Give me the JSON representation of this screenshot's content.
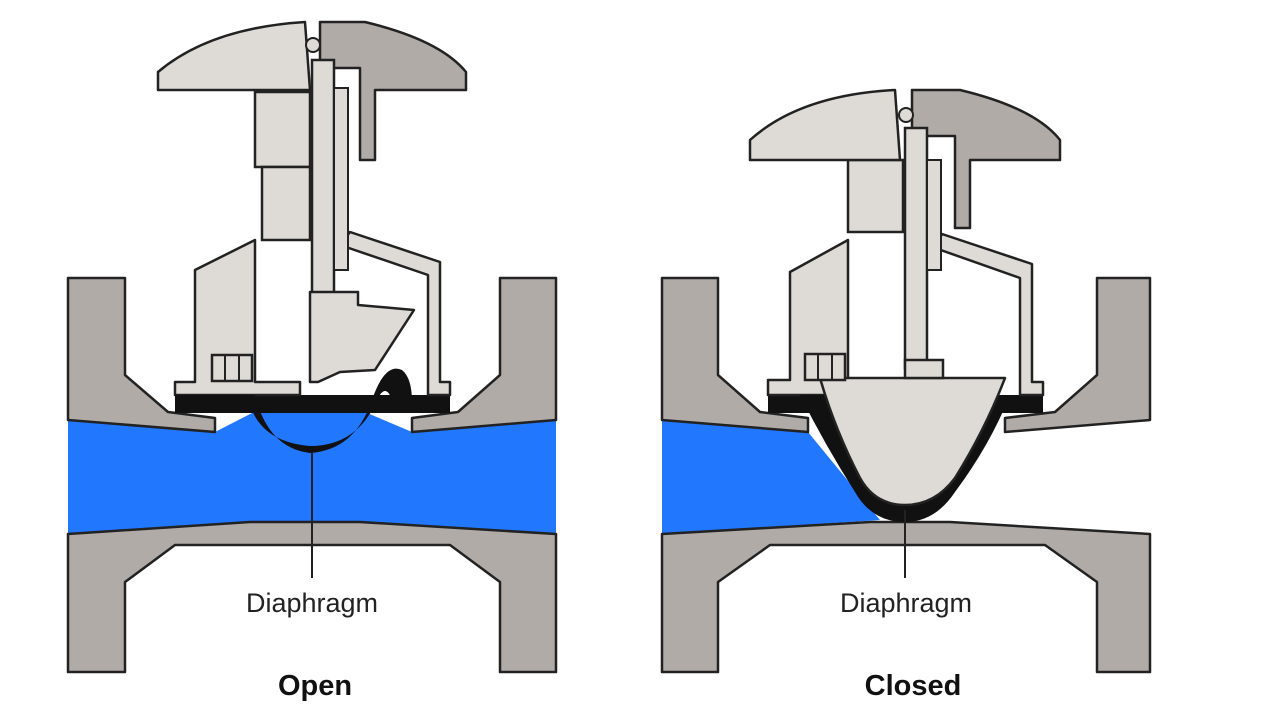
{
  "colors": {
    "body": "#b1aba7",
    "bonnet": "#dedbd6",
    "fluid": "#2277ff",
    "diaphragm": "#111111",
    "outline": "#222222"
  },
  "valves": [
    {
      "state": "open",
      "title": "Open",
      "part_label": "Diaphragm"
    },
    {
      "state": "closed",
      "title": "Closed",
      "part_label": "Diaphragm"
    }
  ]
}
